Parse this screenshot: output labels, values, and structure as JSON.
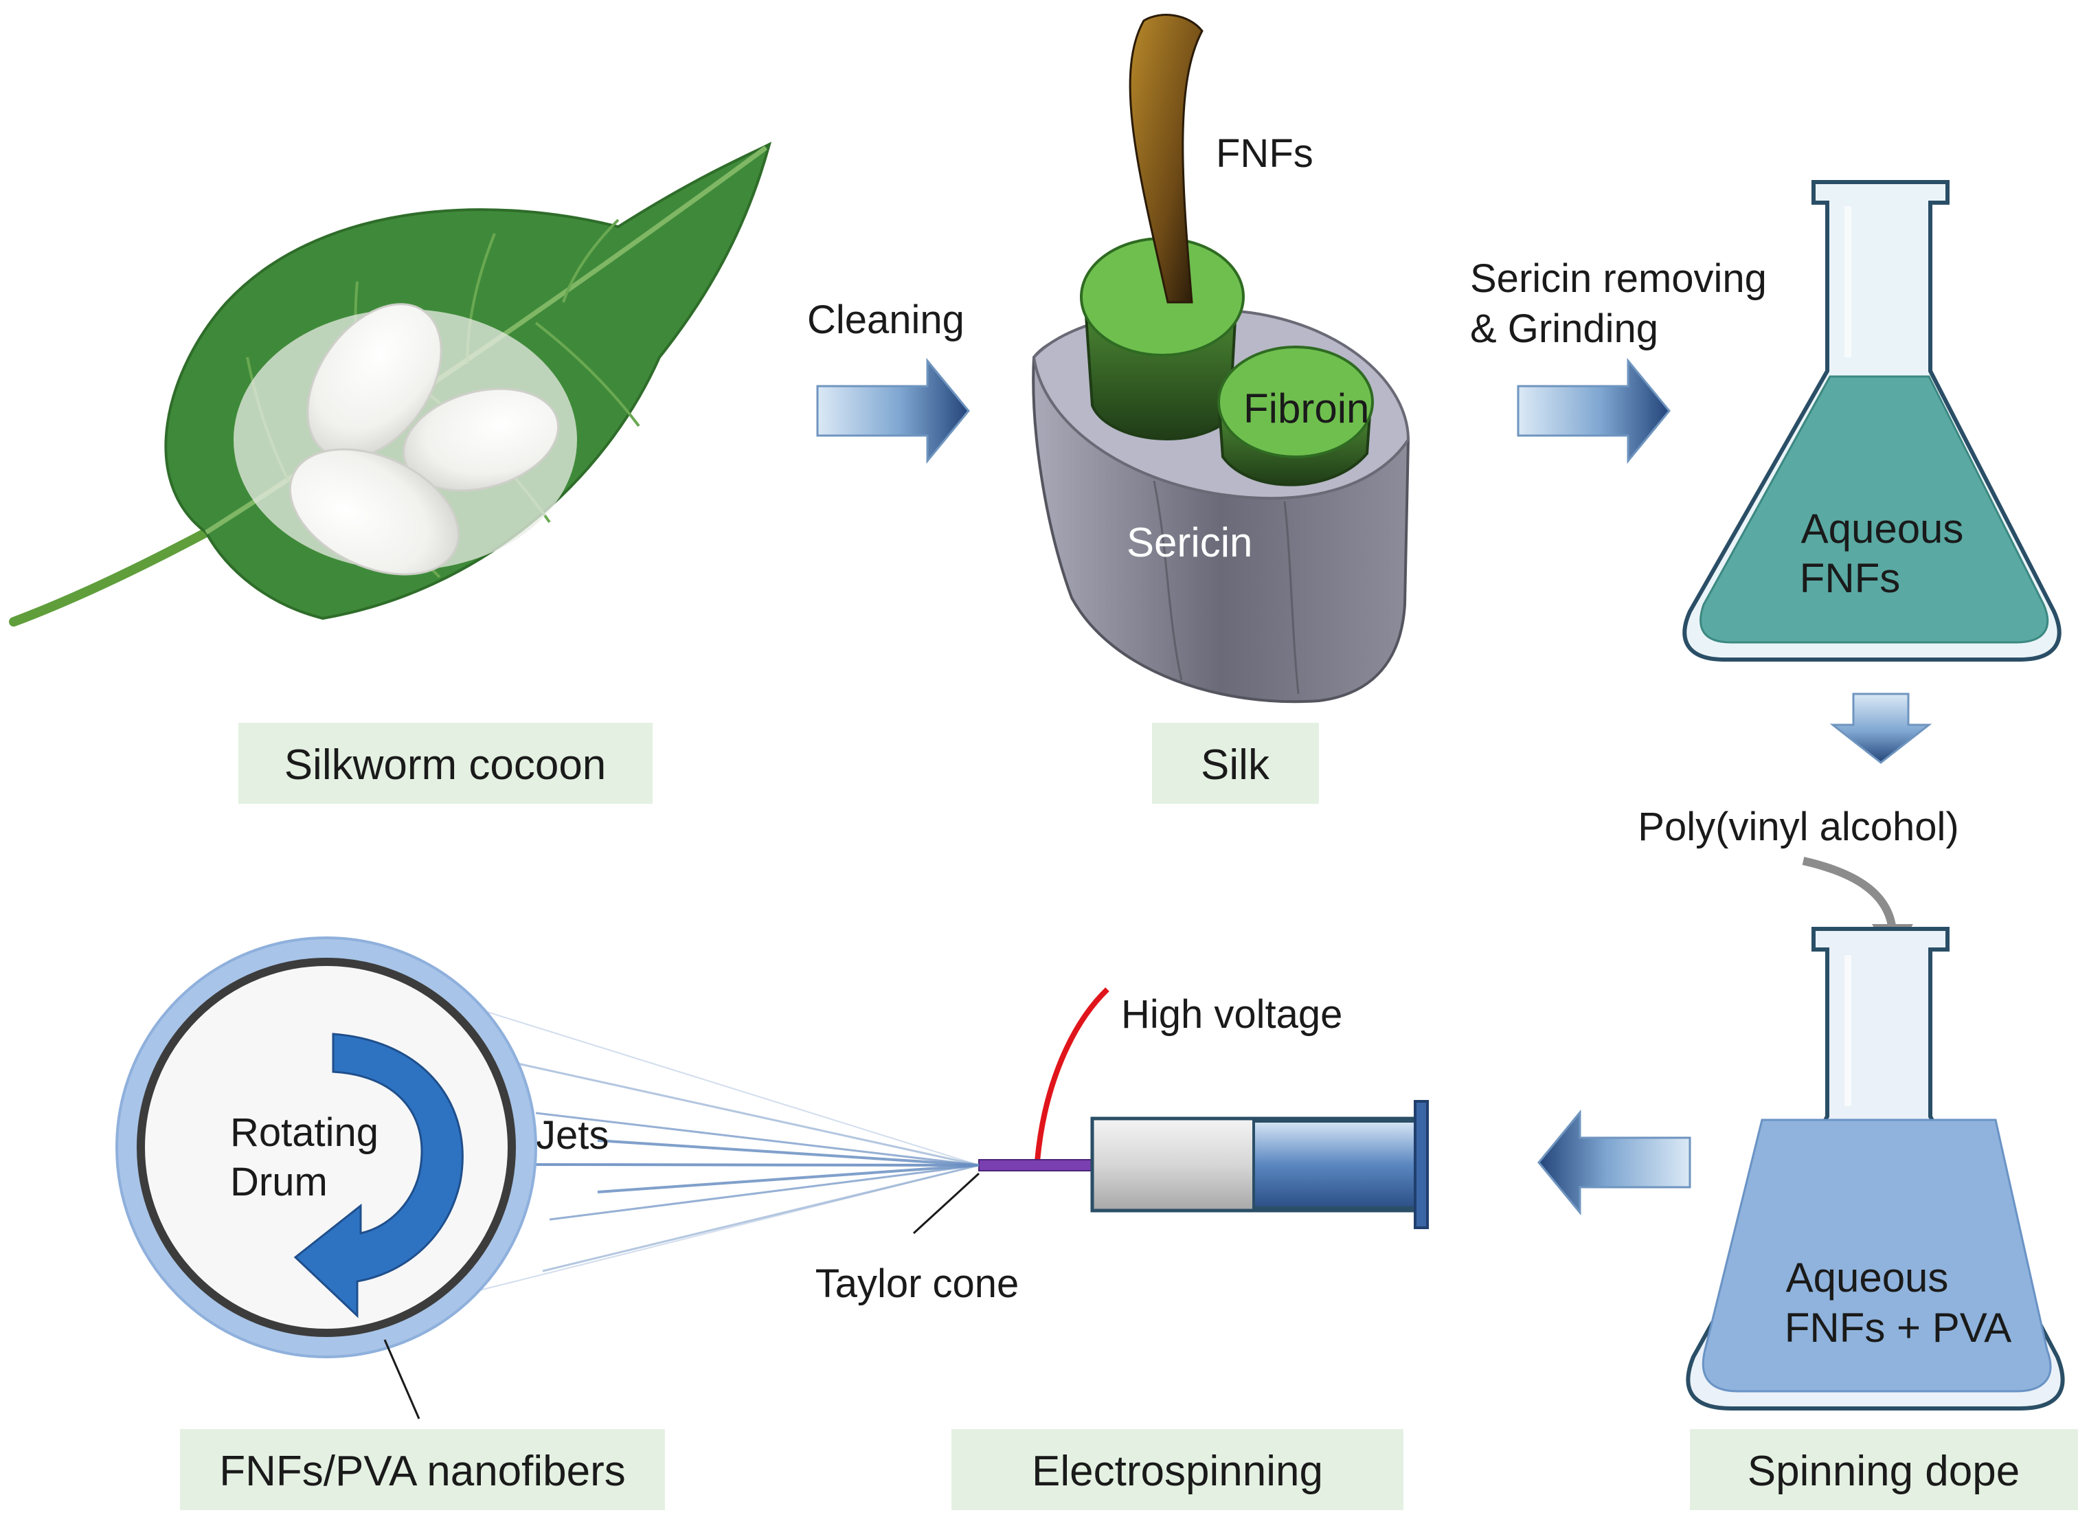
{
  "captions": {
    "cocoon": "Silkworm cocoon",
    "silk": "Silk",
    "dope": "Spinning dope",
    "electrospinning": "Electrospinning",
    "nanofibers": "FNFs/PVA nanofibers"
  },
  "arrows": {
    "cleaning": "Cleaning",
    "sericin_line1": "Sericin removing",
    "sericin_line2": "& Grinding"
  },
  "silk": {
    "fnfs": "FNFs",
    "fibroin": "Fibroin",
    "sericin": "Sericin"
  },
  "flask1": {
    "line1": "Aqueous",
    "line2": "FNFs"
  },
  "pva_label": "Poly(vinyl alcohol)",
  "flask2": {
    "line1": "Aqueous",
    "line2": "FNFs + PVA"
  },
  "electro": {
    "high_voltage": "High voltage",
    "jets": "Jets",
    "taylor_cone": "Taylor cone",
    "drum_line1": "Rotating",
    "drum_line2": "Drum"
  },
  "colors": {
    "leaf": "#3f8a3a",
    "caption_bg": "#e4f1e2",
    "fibroin": "#6fbf4f",
    "sericin": "#707078",
    "flask1_liquid": "#5aa9a3",
    "flask2_liquid": "#8fb3dc",
    "arrow": "#2f5f97",
    "voltage_wire": "#e0151b",
    "needle": "#7a3fb0"
  }
}
